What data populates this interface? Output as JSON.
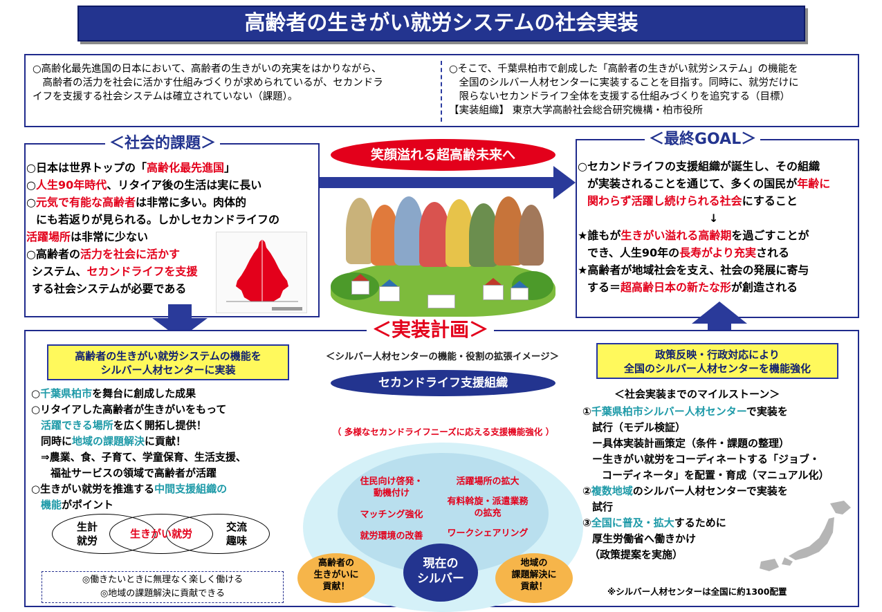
{
  "title": "高齢者の生きがい就労システムの社会実装",
  "intro": {
    "left": [
      "○高齢化最先進国の日本において、高齢者の生きがいの充実をはかりながら、",
      "　高齢者の活力を社会に活かす仕組みづくりが求められているが、セカンドラ",
      "イフを支援する社会システムは確立されていない（課題）。"
    ],
    "right": [
      "○そこで、千葉県柏市で創成した「高齢者の生きがい就労システム」の機能を",
      "　全国のシルバー人材センターに実装することを目指す。同時に、就労だけに",
      "　限らないセカンドライフ全体を支援する仕組みづくりを追究する（目標）",
      "【実装組織】 東京大学高齢社会総合研究機構・柏市役所"
    ]
  },
  "social_issues": {
    "title": "＜社会的課題＞",
    "l1a": "○日本は世界トップの「",
    "l1b": "高齢化最先進国",
    "l1c": "」",
    "l2a": "○",
    "l2b": "人生90年時代",
    "l2c": "、リタイア後の生活は実に長い",
    "l3a": "○",
    "l3b": "元気で有能な高齢者",
    "l3c": "は非常に多い。肉体的",
    "l4": "にも若返りが見られる。しかしセカンドライフの",
    "l5a": "活躍場所",
    "l5b": "は非常に少ない",
    "l6a": "○高齢者の",
    "l6b": "活力を社会に活かす",
    "l7a": "システム、",
    "l7b": "セカンドライフを支援",
    "l8": "する社会システムが必要である"
  },
  "center_banner": "笑顔溢れる超高齢未来へ",
  "final_goal": {
    "title": "＜最終GOAL＞",
    "l1": "○セカンドライフの支援組織が誕生し、その組織",
    "l2a": "が実装されることを通じて、多くの国民が",
    "l2b": "年齢に",
    "l3a": "関わらず活躍し続けられる社会",
    "l3b": "にすること",
    "l4": "↓",
    "l5a": "★誰もが",
    "l5b": "生きがい溢れる高齢期",
    "l5c": "を過ごすことが",
    "l6a": "でき、人生90年の",
    "l6b": "長寿がより充実",
    "l6c": "される",
    "l7": "★高齢者が地域社会を支え、社会の発展に寄与",
    "l8a": "する＝",
    "l8b": "超高齢日本の新たな形",
    "l8c": "が創造される"
  },
  "plan": {
    "title": "＜実装計画＞",
    "subtitle": "＜シルバー人材センターの機能・役割の拡張イメージ＞",
    "org": "セカンドライフ支援組織",
    "enhance": "（ 多様なセカンドライフニーズに応える支援機能強化 ）",
    "left_items": [
      "住民向け啓発・",
      "動機付け",
      "マッチング強化",
      "就労環境の改善"
    ],
    "right_items": [
      "活躍場所の拡大",
      "有料斡旋・派遣業務",
      "の拡充",
      "ワークシェアリング"
    ],
    "current": [
      "現在の",
      "シルバー"
    ],
    "bubble_left": [
      "高齢者の",
      "生きがいに",
      "貢献！"
    ],
    "bubble_right": [
      "地域の",
      "課題解決に",
      "貢献！"
    ]
  },
  "left_plan": {
    "box": [
      "高齢者の生きがい就労システムの機能を",
      "シルバー人材センターに実装"
    ],
    "l1a": "○",
    "l1b": "千葉県柏市",
    "l1c": "を舞台に創成した成果",
    "l2": "○リタイアした高齢者が生きがいをもって",
    "l3a": "活躍できる場所",
    "l3b": "を広く開拓し提供！",
    "l4a": "同時に",
    "l4b": "地域の課題解決",
    "l4c": "に貢献！",
    "l5": "⇒農業、食、子育て、学童保育、生活支援、",
    "l6": "福祉サービスの領域で高齢者が活躍",
    "l7a": "○生きがい就労を推進する",
    "l7b": "中間支援組織の",
    "l8a": "機能",
    "l8b": "がポイント",
    "circle_left": [
      "生計",
      "就労"
    ],
    "circle_center": "生きがい就労",
    "circle_right": [
      "交流",
      "趣味"
    ],
    "dash": [
      "◎働きたいときに無理なく楽しく働ける",
      "◎地域の課題解決に貢献できる"
    ]
  },
  "right_plan": {
    "box": [
      "政策反映・行政対応により",
      "全国のシルバー人材センターを機能強化"
    ],
    "milestone": "＜社会実装までのマイルストーン＞",
    "m1a": "①",
    "m1b": "千葉県柏市シルバー人材センター",
    "m1c": "で実装を",
    "m2": "試行（モデル検証）",
    "m3": "ー具体実装計画策定（条件・課題の整理）",
    "m4": "ー生きがい就労をコーディネートする「ジョブ・",
    "m5": "コーディネータ」を配置・育成（マニュアル化）",
    "m6a": "②",
    "m6b": "複数地域",
    "m6c": "のシルバー人材センターで実装を",
    "m7": "試行",
    "m8a": "③",
    "m8b": "全国に普及・拡大",
    "m8c": "するために",
    "m9": "厚生労働省へ働きかけ",
    "m10": "（政策提案を実施）",
    "note": "※シルバー人材センターは全国に約1300配置"
  },
  "colors": {
    "navy": "#23348f",
    "red": "#e3001b",
    "teal": "#1e9aa8",
    "yellow": "#fff95c",
    "orange": "#f6b54a",
    "arrow": "#2a3a9a"
  }
}
